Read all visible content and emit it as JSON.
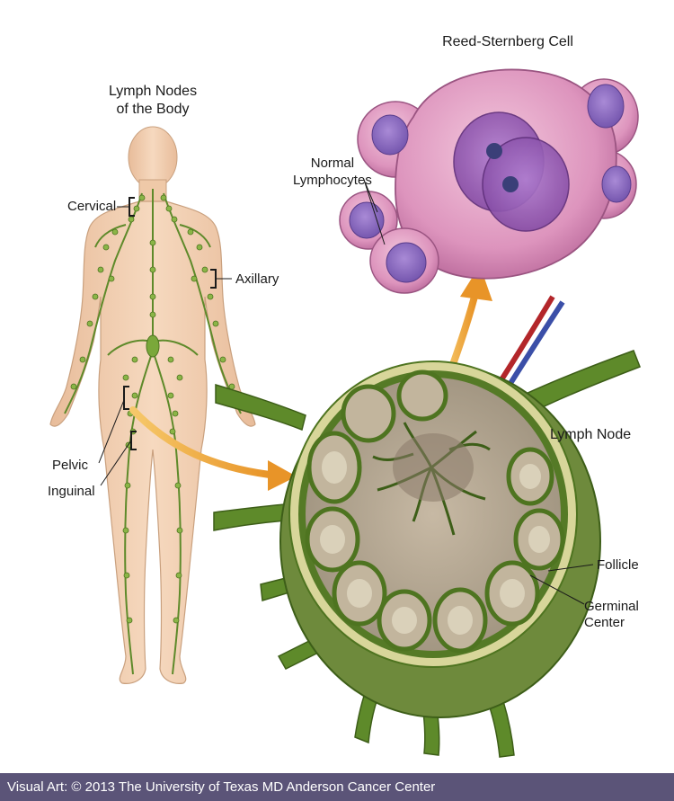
{
  "titles": {
    "body_title_line1": "Lymph Nodes",
    "body_title_line2": "of the Body",
    "cell_title": "Reed-Sternberg Cell"
  },
  "labels": {
    "cervical": "Cervical",
    "axillary": "Axillary",
    "pelvic": "Pelvic",
    "inguinal": "Inguinal",
    "normal_lymphocytes_line1": "Normal",
    "normal_lymphocytes_line2": "Lymphocytes",
    "lymph_node": "Lymph Node",
    "follicle": "Follicle",
    "germinal_center_line1": "Germinal",
    "germinal_center_line2": "Center"
  },
  "credit": "Visual Art: © 2013 The University of Texas MD Anderson Cancer Center",
  "colors": {
    "skin": "#f2cfb0",
    "lymph_green": "#5e8a2a",
    "cell_pink": "#e3a0c4",
    "nucleus_purple": "#8a5ab0",
    "arrow_orange": "#f0a838",
    "node_tissue": "#b8ab95",
    "credit_bar": "#5b5478"
  }
}
